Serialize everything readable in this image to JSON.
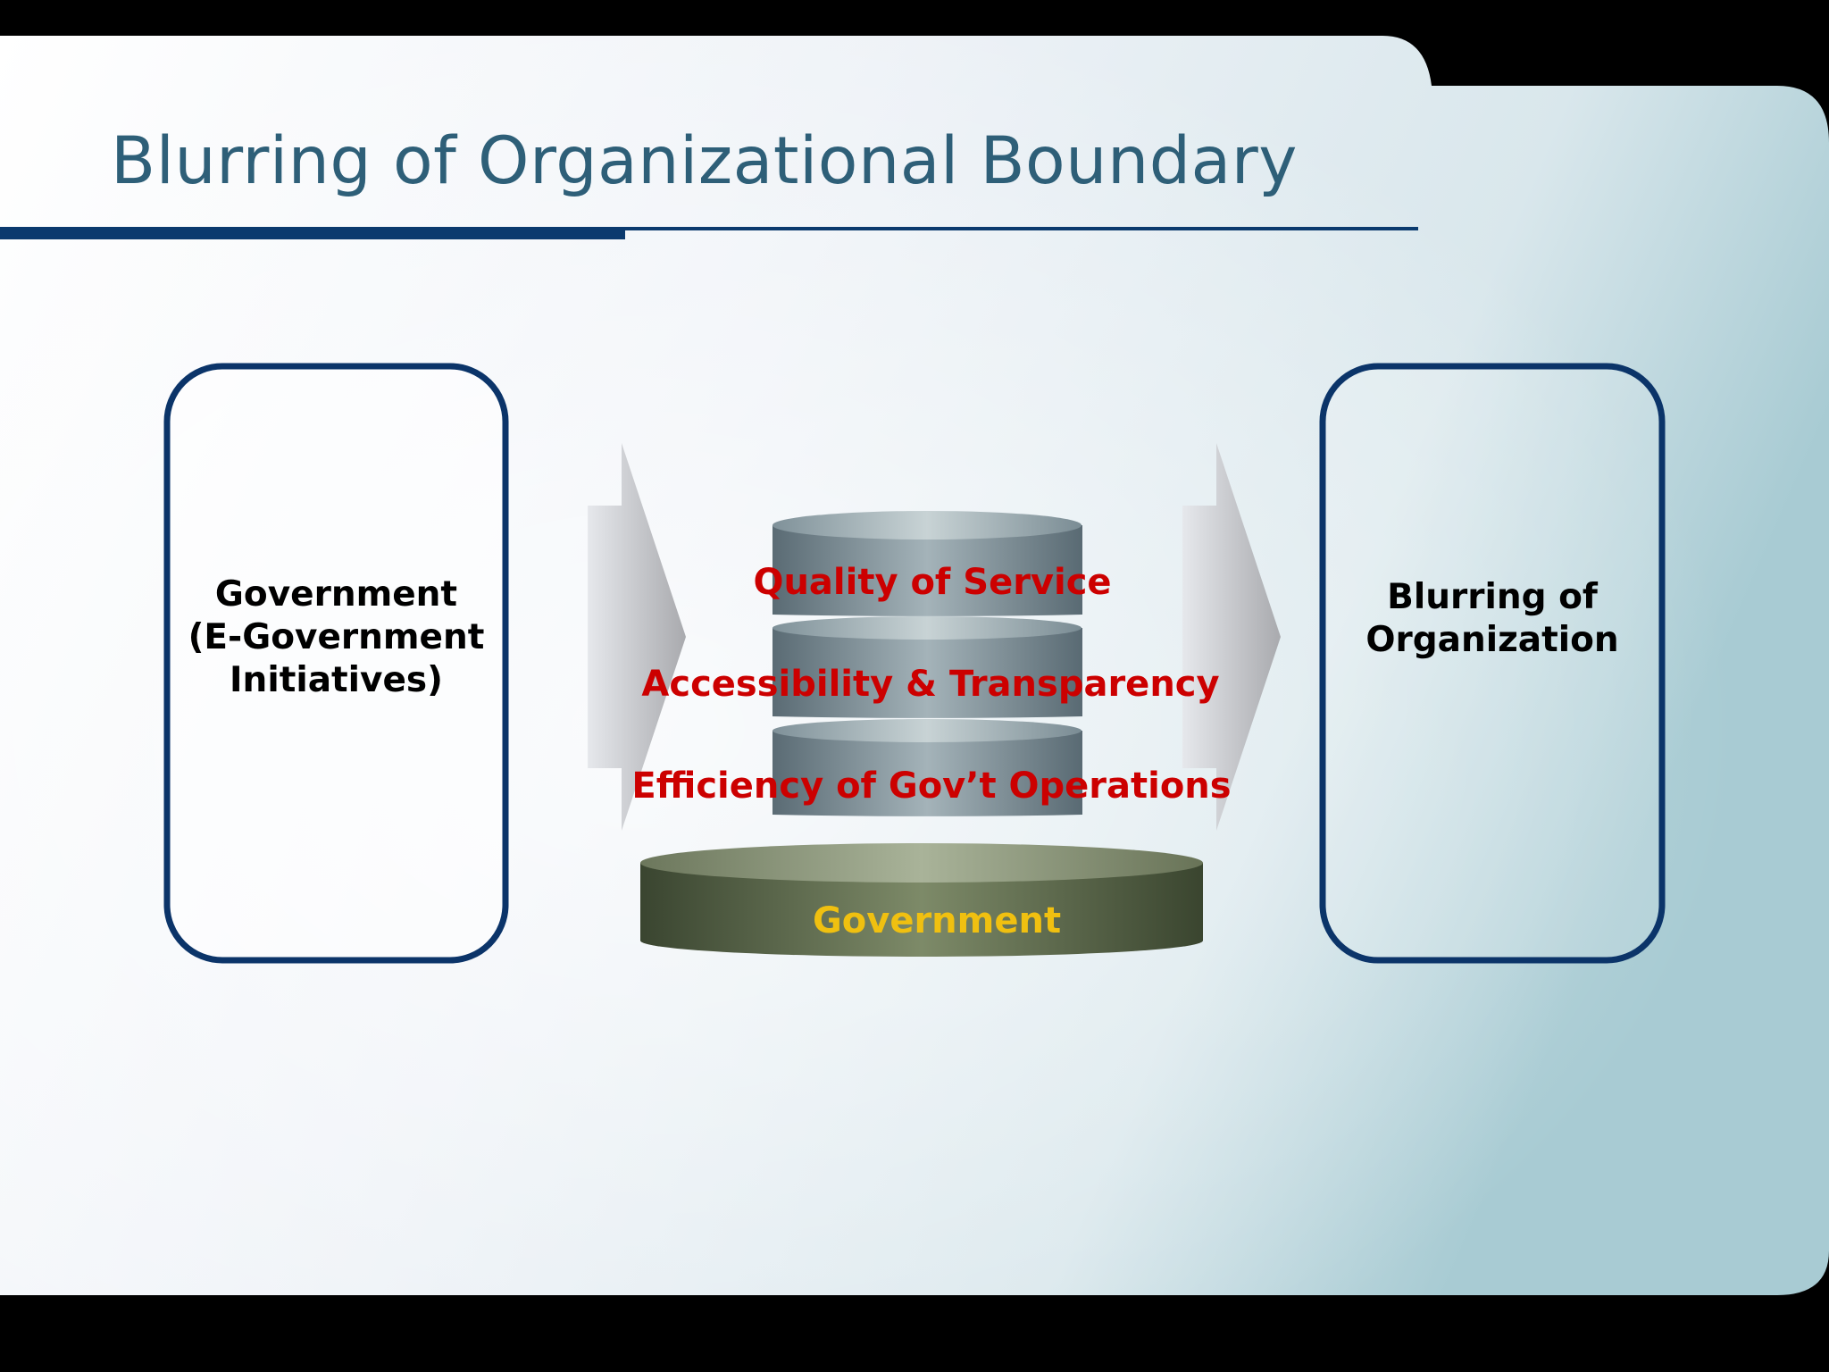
{
  "slide": {
    "title": "Blurring of Organizational Boundary"
  },
  "left_box": {
    "lines": [
      "Government",
      "(E-Government",
      "Initiatives)"
    ]
  },
  "stack": {
    "layers": [
      "Quality of Service",
      "Accessibility & Transparency",
      "Efficiency of Gov’t Operations"
    ],
    "base": "Government"
  },
  "right_box": {
    "lines": [
      "Blurring of",
      "Organization"
    ]
  },
  "colors": {
    "title": "#2e5f78",
    "rule": "#0b3a6e",
    "box_border": "#0b3469",
    "layer_text": "#cc0000",
    "base_text": "#f0c010"
  }
}
